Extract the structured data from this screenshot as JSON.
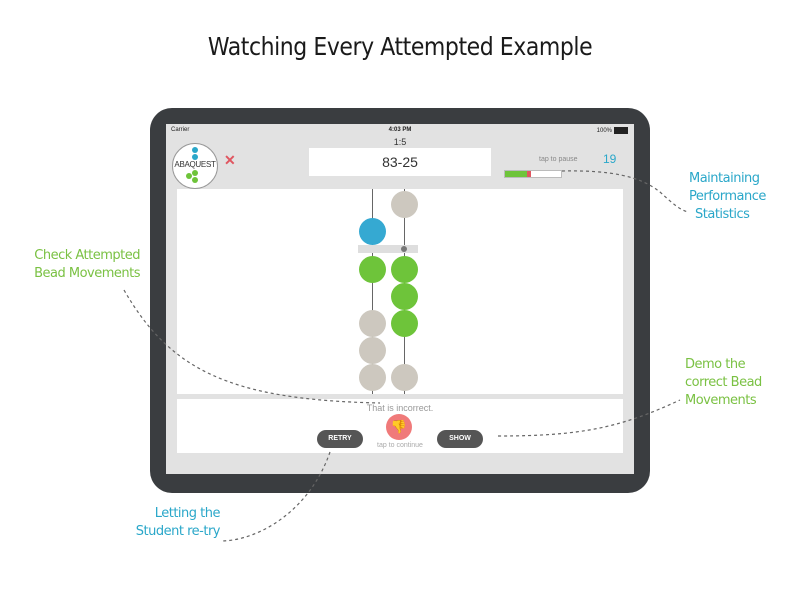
{
  "page_title": "Watching Every Attempted Example",
  "device": {
    "status": {
      "carrier": "Carrier",
      "time": "4:03 PM",
      "battery": "100%"
    },
    "level": "1:5",
    "logo_text": "ABAQUEST",
    "problem": "83-25",
    "pause_label": "tap to pause",
    "score": "19",
    "performance": {
      "correct_fraction": 0.4,
      "wrong_fraction": 0.08
    },
    "feedback": {
      "message": "That is incorrect.",
      "continue_label": "tap to continue",
      "retry_label": "RETRY",
      "show_label": "SHOW"
    }
  },
  "abacus": {
    "rods": [
      {
        "upper": [
          "blue"
        ],
        "lower": [
          "green",
          "gray",
          "gray",
          "gray"
        ]
      },
      {
        "upper": [
          "gray"
        ],
        "lower": [
          "green",
          "green",
          "green",
          "gray"
        ]
      }
    ]
  },
  "annotations": {
    "performance": [
      "Maintaining",
      "Performance",
      "Statistics"
    ],
    "check": [
      "Check Attempted",
      "Bead Movements"
    ],
    "demo": [
      "Demo the",
      "correct Bead",
      "Movements"
    ],
    "retry": [
      "Letting the",
      "Student re-try"
    ]
  },
  "colors": {
    "green": "#6ec43a",
    "blue": "#2aa7c9",
    "red": "#e05660",
    "bead_gray": "#cdc8bf",
    "bead_green": "#6ec43a",
    "bead_blue": "#35a9d2"
  }
}
